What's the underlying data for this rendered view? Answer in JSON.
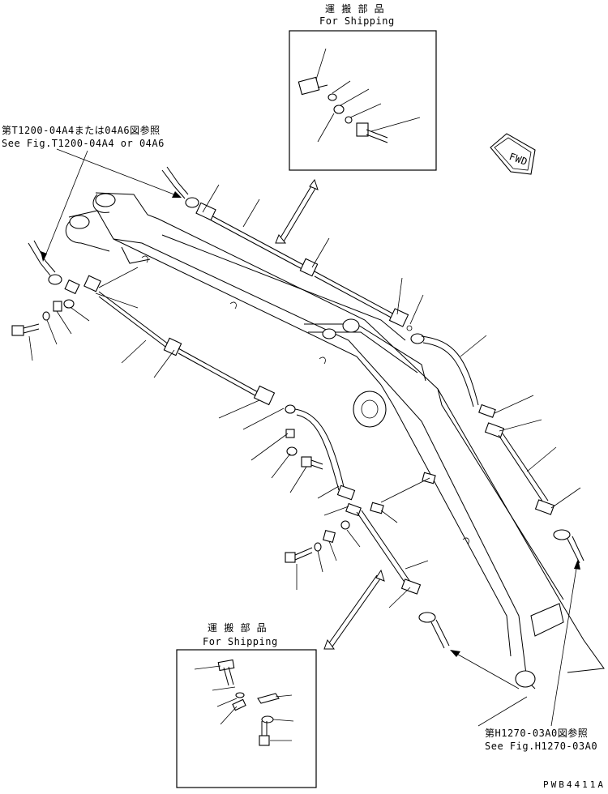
{
  "shipping_top": {
    "jp": "運 搬 部 品",
    "en": "For Shipping"
  },
  "shipping_bottom": {
    "jp": "運 搬 部 品",
    "en": "For Shipping"
  },
  "ref_left": {
    "jp": "第T1200-04A4または04A6図参照",
    "en": "See Fig.T1200-04A4 or 04A6"
  },
  "ref_right": {
    "jp": "第H1270-03A0図参照",
    "en": "See Fig.H1270-03A0"
  },
  "fwd_label": "FWD",
  "drawing_code": "PWB4411A"
}
